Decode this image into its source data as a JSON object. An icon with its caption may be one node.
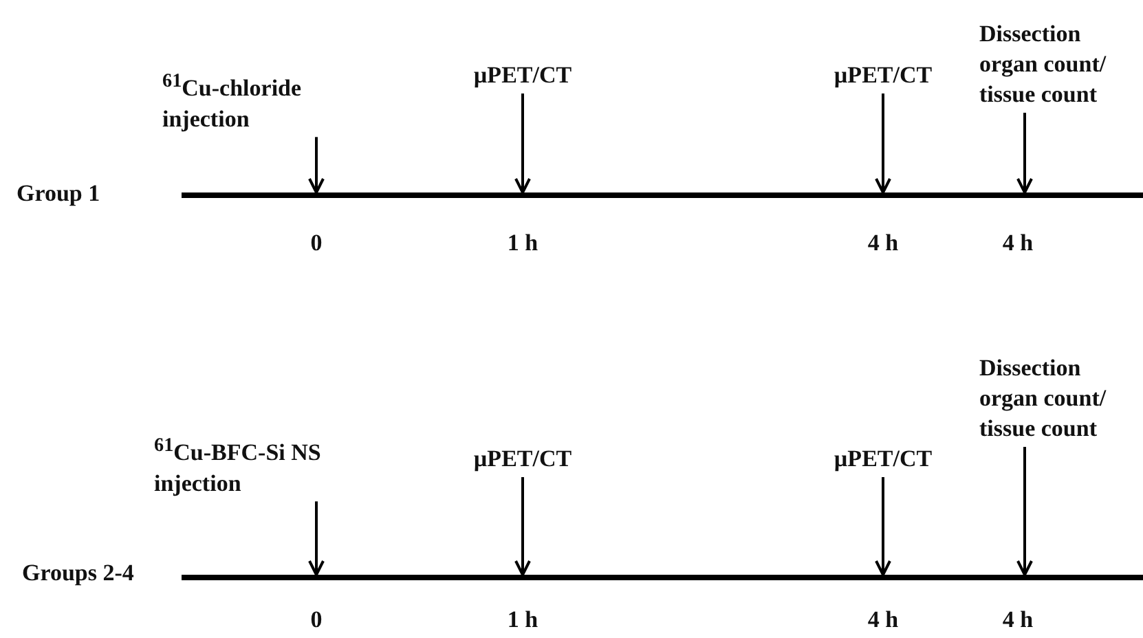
{
  "diagram": {
    "nodes": [
      {
        "text": [
          "$^{61}$Cu-chloride injection"
        ]
      },
      {
        "text": [
          "µPET/CT"
        ]
      },
      {
        "text": [
          "µPET/CT"
        ]
      },
      {
        "text": [
          "Dissection organ count/ tissue count"
        ]
      },
      {
        "text": [],
        "shape": "bar"
      },
      {
        "text": [
          "$^{61}$Cu-BFC-Si NS injection"
        ]
      },
      {
        "text": [
          "µPET/CT"
        ]
      },
      {
        "text": [
          "µPET/CT"
        ]
      },
      {
        "text": [
          "Dissection organ count/ tissue count"
        ]
      },
      {
        "text": [],
        "shape": "bar"
      }
    ],
    "edges": [
      {
        "from": 0,
        "to": 4,
        "arrow": "to"
      },
      {
        "from": 1,
        "to": 4,
        "arrow": "to"
      },
      {
        "from": 2,
        "to": 4,
        "arrow": "to"
      },
      {
        "from": 3,
        "to": 4,
        "arrow": "to"
      },
      {
        "from": 5,
        "to": 9,
        "arrow": "to"
      },
      {
        "from": 6,
        "to": 9,
        "arrow": "to"
      },
      {
        "from": 7,
        "to": 9,
        "arrow": "to"
      },
      {
        "from": 8,
        "to": 9,
        "arrow": "to"
      }
    ],
    "labels": [
      "Group 1",
      "0",
      "1 h",
      "4 h",
      "4 h",
      "Groups 2-4",
      "0",
      "1 h",
      "4 h",
      "4 h"
    ]
  }
}
